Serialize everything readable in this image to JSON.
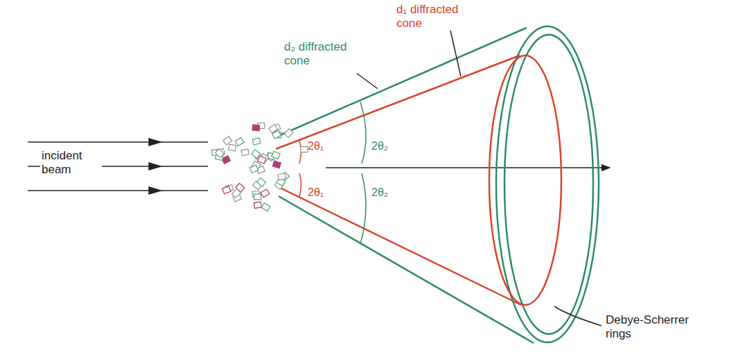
{
  "diagram": {
    "labels": [
      "d₁ diffracted cone",
      "d₂ diffracted cone",
      "2θ₁",
      "2θ₂",
      "2θ₁",
      "2θ₂",
      "incident beam",
      "Debye-Scherrer rings"
    ]
  }
}
